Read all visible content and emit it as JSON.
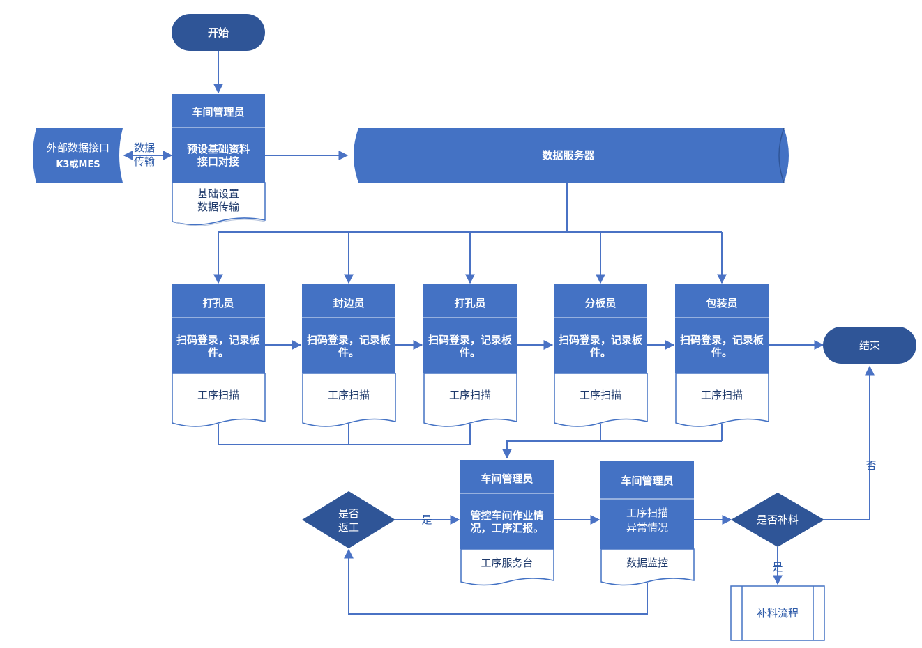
{
  "start": {
    "label": "开始"
  },
  "end": {
    "label": "结束"
  },
  "external": {
    "line1": "外部数据接口",
    "line2": "K3或MES"
  },
  "transfer": {
    "line1": "数据",
    "line2": "传输"
  },
  "admin_top": {
    "role": "车间管理员",
    "task_line1": "预设基础资料",
    "task_line2": "接口对接",
    "doc_line1": "基础设置",
    "doc_line2": "数据传输"
  },
  "server": {
    "label": "数据服务器"
  },
  "stations": [
    {
      "role": "打孔员",
      "task_line1": "扫码登录，记录板",
      "task_line2": "件。",
      "doc": "工序扫描"
    },
    {
      "role": "封边员",
      "task_line1": "扫码登录，记录板",
      "task_line2": "件。",
      "doc": "工序扫描"
    },
    {
      "role": "打孔员",
      "task_line1": "扫码登录，记录板",
      "task_line2": "件。",
      "doc": "工序扫描"
    },
    {
      "role": "分板员",
      "task_line1": "扫码登录，记录板",
      "task_line2": "件。",
      "doc": "工序扫描"
    },
    {
      "role": "包装员",
      "task_line1": "扫码登录，记录板",
      "task_line2": "件。",
      "doc": "工序扫描"
    }
  ],
  "admin_control": {
    "role": "车间管理员",
    "task_line1": "管控车间作业情",
    "task_line2": "况，工序汇报。",
    "doc": "工序服务台"
  },
  "admin_monitor": {
    "role": "车间管理员",
    "task_line1": "工序扫描",
    "task_line2": "异常情况",
    "doc": "数据监控"
  },
  "decision_rework": {
    "line1": "是否",
    "line2": "返工",
    "yes": "是"
  },
  "decision_supply": {
    "label": "是否补料",
    "yes": "是",
    "no": "否"
  },
  "supply_process": {
    "label": "补料流程"
  },
  "colors": {
    "primary": "#4472c4",
    "line": "#4a72c4",
    "dark": "#2f5597"
  }
}
